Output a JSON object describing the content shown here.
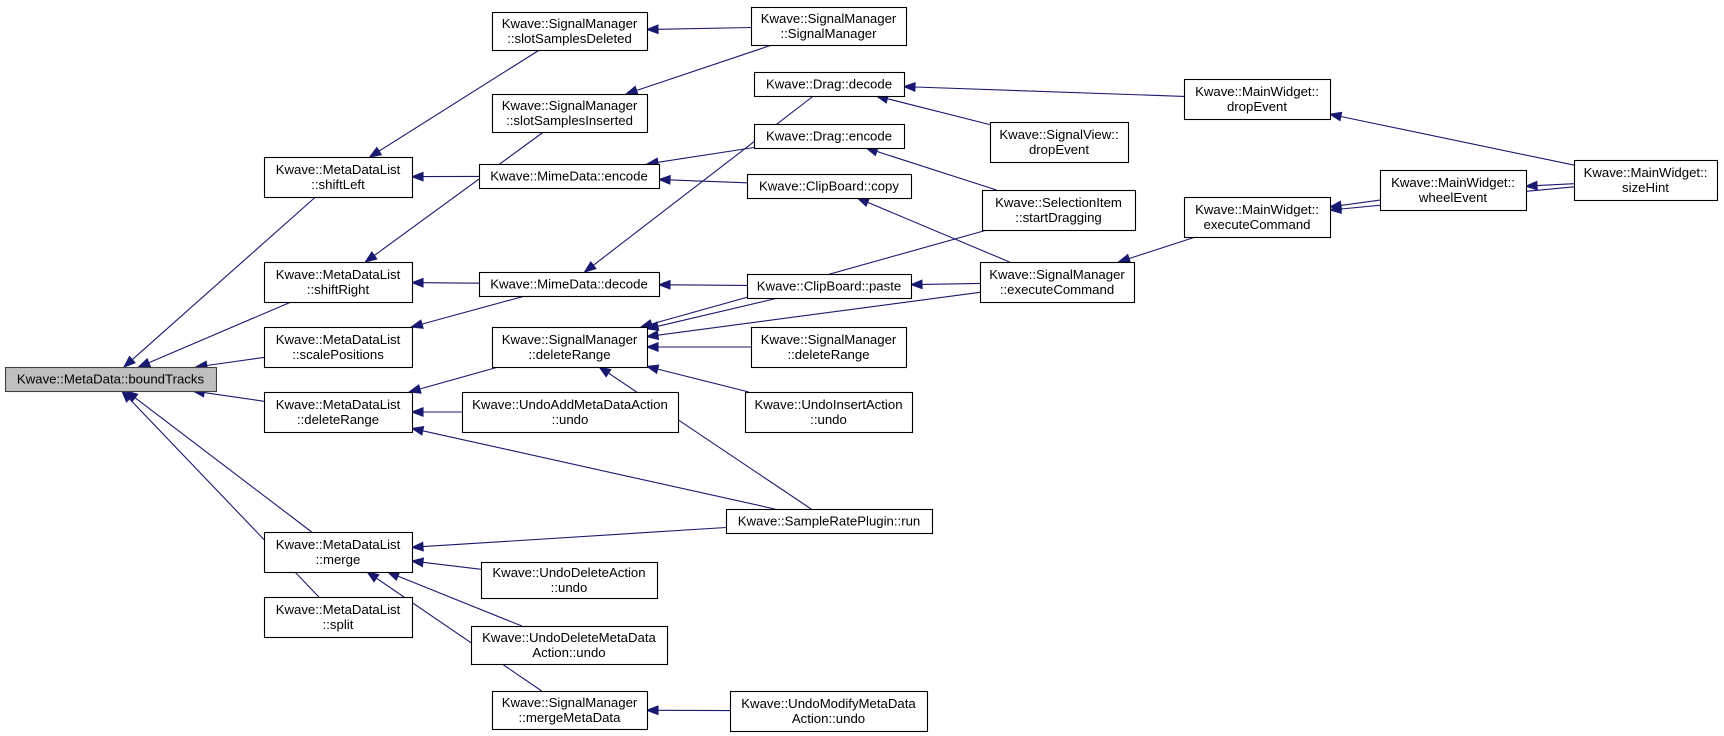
{
  "colors": {
    "edge": "#191970",
    "root_fill": "#bfbfbf",
    "node_fill": "#ffffff",
    "node_border": "#000000"
  },
  "nodes": [
    {
      "id": "boundTracks",
      "lines": [
        "Kwave::MetaData::boundTracks"
      ],
      "root": true
    },
    {
      "id": "mdl_shiftLeft",
      "lines": [
        "Kwave::MetaDataList",
        "::shiftLeft"
      ]
    },
    {
      "id": "mdl_shiftRight",
      "lines": [
        "Kwave::MetaDataList",
        "::shiftRight"
      ]
    },
    {
      "id": "mdl_scalePositions",
      "lines": [
        "Kwave::MetaDataList",
        "::scalePositions"
      ]
    },
    {
      "id": "mdl_deleteRange",
      "lines": [
        "Kwave::MetaDataList",
        "::deleteRange"
      ]
    },
    {
      "id": "mdl_merge",
      "lines": [
        "Kwave::MetaDataList",
        "::merge"
      ]
    },
    {
      "id": "mdl_split",
      "lines": [
        "Kwave::MetaDataList",
        "::split"
      ]
    },
    {
      "id": "sm_slotSamplesDeleted",
      "lines": [
        "Kwave::SignalManager",
        "::slotSamplesDeleted"
      ]
    },
    {
      "id": "sm_slotSamplesInserted",
      "lines": [
        "Kwave::SignalManager",
        "::slotSamplesInserted"
      ]
    },
    {
      "id": "mime_encode",
      "lines": [
        "Kwave::MimeData::encode"
      ]
    },
    {
      "id": "mime_decode",
      "lines": [
        "Kwave::MimeData::decode"
      ]
    },
    {
      "id": "sm_deleteRange",
      "lines": [
        "Kwave::SignalManager",
        "::deleteRange"
      ]
    },
    {
      "id": "undoAddMeta_undo",
      "lines": [
        "Kwave::UndoAddMetaDataAction",
        "::undo"
      ]
    },
    {
      "id": "undoDelete_undo",
      "lines": [
        "Kwave::UndoDeleteAction",
        "::undo"
      ]
    },
    {
      "id": "undoDeleteMeta_undo",
      "lines": [
        "Kwave::UndoDeleteMetaData",
        "Action::undo"
      ]
    },
    {
      "id": "sm_mergeMetaData",
      "lines": [
        "Kwave::SignalManager",
        "::mergeMetaData"
      ]
    },
    {
      "id": "sm_SignalManager",
      "lines": [
        "Kwave::SignalManager",
        "::SignalManager"
      ]
    },
    {
      "id": "drag_decode",
      "lines": [
        "Kwave::Drag::decode"
      ]
    },
    {
      "id": "drag_encode",
      "lines": [
        "Kwave::Drag::encode"
      ]
    },
    {
      "id": "clip_copy",
      "lines": [
        "Kwave::ClipBoard::copy"
      ]
    },
    {
      "id": "clip_paste",
      "lines": [
        "Kwave::ClipBoard::paste"
      ]
    },
    {
      "id": "sm_deleteRange2",
      "lines": [
        "Kwave::SignalManager",
        "::deleteRange"
      ]
    },
    {
      "id": "undoInsert_undo",
      "lines": [
        "Kwave::UndoInsertAction",
        "::undo"
      ]
    },
    {
      "id": "srp_run",
      "lines": [
        "Kwave::SampleRatePlugin::run"
      ]
    },
    {
      "id": "undoModifyMeta_undo",
      "lines": [
        "Kwave::UndoModifyMetaData",
        "Action::undo"
      ]
    },
    {
      "id": "sv_dropEvent",
      "lines": [
        "Kwave::SignalView::",
        "dropEvent"
      ]
    },
    {
      "id": "selItem_startDragging",
      "lines": [
        "Kwave::SelectionItem",
        "::startDragging"
      ]
    },
    {
      "id": "sm_executeCommand",
      "lines": [
        "Kwave::SignalManager",
        "::executeCommand"
      ]
    },
    {
      "id": "mw_dropEvent",
      "lines": [
        "Kwave::MainWidget::",
        "dropEvent"
      ]
    },
    {
      "id": "mw_wheelEvent",
      "lines": [
        "Kwave::MainWidget::",
        "wheelEvent"
      ]
    },
    {
      "id": "mw_executeCommand",
      "lines": [
        "Kwave::MainWidget::",
        "executeCommand"
      ]
    },
    {
      "id": "mw_sizeHint",
      "lines": [
        "Kwave::MainWidget::",
        "sizeHint"
      ]
    }
  ],
  "edges": [
    [
      "mdl_shiftLeft",
      "boundTracks"
    ],
    [
      "mdl_shiftRight",
      "boundTracks"
    ],
    [
      "mdl_scalePositions",
      "boundTracks"
    ],
    [
      "mdl_deleteRange",
      "boundTracks"
    ],
    [
      "mdl_merge",
      "boundTracks"
    ],
    [
      "mdl_split",
      "boundTracks"
    ],
    [
      "sm_slotSamplesDeleted",
      "mdl_shiftLeft"
    ],
    [
      "mime_encode",
      "mdl_shiftLeft"
    ],
    [
      "sm_slotSamplesInserted",
      "mdl_shiftRight"
    ],
    [
      "mime_decode",
      "mdl_shiftRight"
    ],
    [
      "mime_decode",
      "mdl_scalePositions"
    ],
    [
      "sm_deleteRange",
      "mdl_deleteRange"
    ],
    [
      "undoAddMeta_undo",
      "mdl_deleteRange"
    ],
    [
      "srp_run",
      "mdl_deleteRange"
    ],
    [
      "srp_run",
      "mdl_merge"
    ],
    [
      "undoDelete_undo",
      "mdl_merge"
    ],
    [
      "undoDeleteMeta_undo",
      "mdl_merge"
    ],
    [
      "sm_mergeMetaData",
      "mdl_merge"
    ],
    [
      "sm_SignalManager",
      "sm_slotSamplesDeleted"
    ],
    [
      "sm_SignalManager",
      "sm_slotSamplesInserted"
    ],
    [
      "drag_encode",
      "mime_encode"
    ],
    [
      "clip_copy",
      "mime_encode"
    ],
    [
      "drag_decode",
      "mime_decode"
    ],
    [
      "clip_paste",
      "mime_decode"
    ],
    [
      "clip_paste",
      "sm_deleteRange"
    ],
    [
      "sm_deleteRange2",
      "sm_deleteRange"
    ],
    [
      "undoInsert_undo",
      "sm_deleteRange"
    ],
    [
      "sm_executeCommand",
      "sm_deleteRange"
    ],
    [
      "selItem_startDragging",
      "sm_deleteRange"
    ],
    [
      "srp_run",
      "sm_deleteRange"
    ],
    [
      "undoModifyMeta_undo",
      "sm_mergeMetaData"
    ],
    [
      "mw_dropEvent",
      "drag_decode"
    ],
    [
      "sv_dropEvent",
      "drag_decode"
    ],
    [
      "selItem_startDragging",
      "drag_encode"
    ],
    [
      "sm_executeCommand",
      "clip_copy"
    ],
    [
      "sm_executeCommand",
      "clip_paste"
    ],
    [
      "mw_executeCommand",
      "sm_executeCommand"
    ],
    [
      "mw_sizeHint",
      "mw_dropEvent"
    ],
    [
      "mw_sizeHint",
      "mw_wheelEvent"
    ],
    [
      "mw_wheelEvent",
      "mw_executeCommand"
    ],
    [
      "mw_sizeHint",
      "mw_executeCommand"
    ]
  ]
}
